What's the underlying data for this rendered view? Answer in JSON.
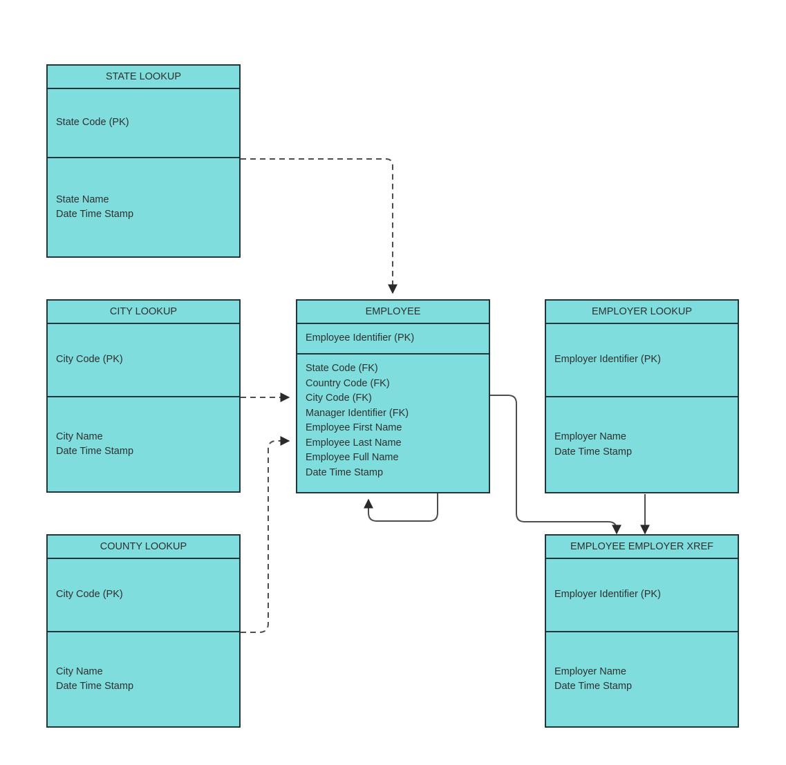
{
  "diagram": {
    "type": "entity-relationship-diagram",
    "background_color": "#ffffff",
    "entity_fill_color": "#7fdedd",
    "entity_border_color": "#22353a",
    "text_color": "#2f2f2f",
    "solid_line_color": "#4d4d4d",
    "dashed_line_color": "#4d4d4d"
  },
  "entities": {
    "state_lookup": {
      "title": "STATE LOOKUP",
      "key_attributes": [
        "State Code (PK)"
      ],
      "attributes": [
        "State Name",
        "Date Time Stamp"
      ]
    },
    "city_lookup": {
      "title": "CITY LOOKUP",
      "key_attributes": [
        "City Code (PK)"
      ],
      "attributes": [
        "City Name",
        "Date Time Stamp"
      ]
    },
    "county_lookup": {
      "title": "COUNTY LOOKUP",
      "key_attributes": [
        "City Code (PK)"
      ],
      "attributes": [
        "City Name",
        "Date Time Stamp"
      ]
    },
    "employee": {
      "title": "EMPLOYEE",
      "key_attributes": [
        "Employee Identifier (PK)"
      ],
      "attributes": [
        "State Code (FK)",
        "Country Code (FK)",
        "City Code (FK)",
        "Manager Identifier (FK)",
        "Employee First Name",
        "Employee Last Name",
        "Employee Full Name",
        "Date Time Stamp"
      ]
    },
    "employer_lookup": {
      "title": "EMPLOYER LOOKUP",
      "key_attributes": [
        "Employer Identifier (PK)"
      ],
      "attributes": [
        "Employer Name",
        "Date Time Stamp"
      ]
    },
    "employee_employer_xref": {
      "title": "EMPLOYEE EMPLOYER XREF",
      "key_attributes": [
        "Employer Identifier (PK)"
      ],
      "attributes": [
        "Employer Name",
        "Date Time Stamp"
      ]
    }
  },
  "relationships": [
    {
      "name": "state-lookup-to-employee",
      "from": "state_lookup",
      "to": "employee",
      "style": "dashed",
      "arrow": "filled-triangle"
    },
    {
      "name": "city-lookup-to-employee",
      "from": "city_lookup",
      "to": "employee",
      "style": "dashed",
      "arrow": "filled-triangle"
    },
    {
      "name": "county-lookup-to-employee",
      "from": "county_lookup",
      "to": "employee",
      "style": "dashed",
      "arrow": "filled-triangle"
    },
    {
      "name": "employee-self-reference",
      "from": "employee",
      "to": "employee",
      "style": "solid",
      "arrow": "filled-triangle"
    },
    {
      "name": "employee-to-xref",
      "from": "employee",
      "to": "employee_employer_xref",
      "style": "solid",
      "arrow": "filled-triangle"
    },
    {
      "name": "employer-lookup-to-xref",
      "from": "employer_lookup",
      "to": "employee_employer_xref",
      "style": "solid",
      "arrow": "filled-triangle"
    }
  ]
}
